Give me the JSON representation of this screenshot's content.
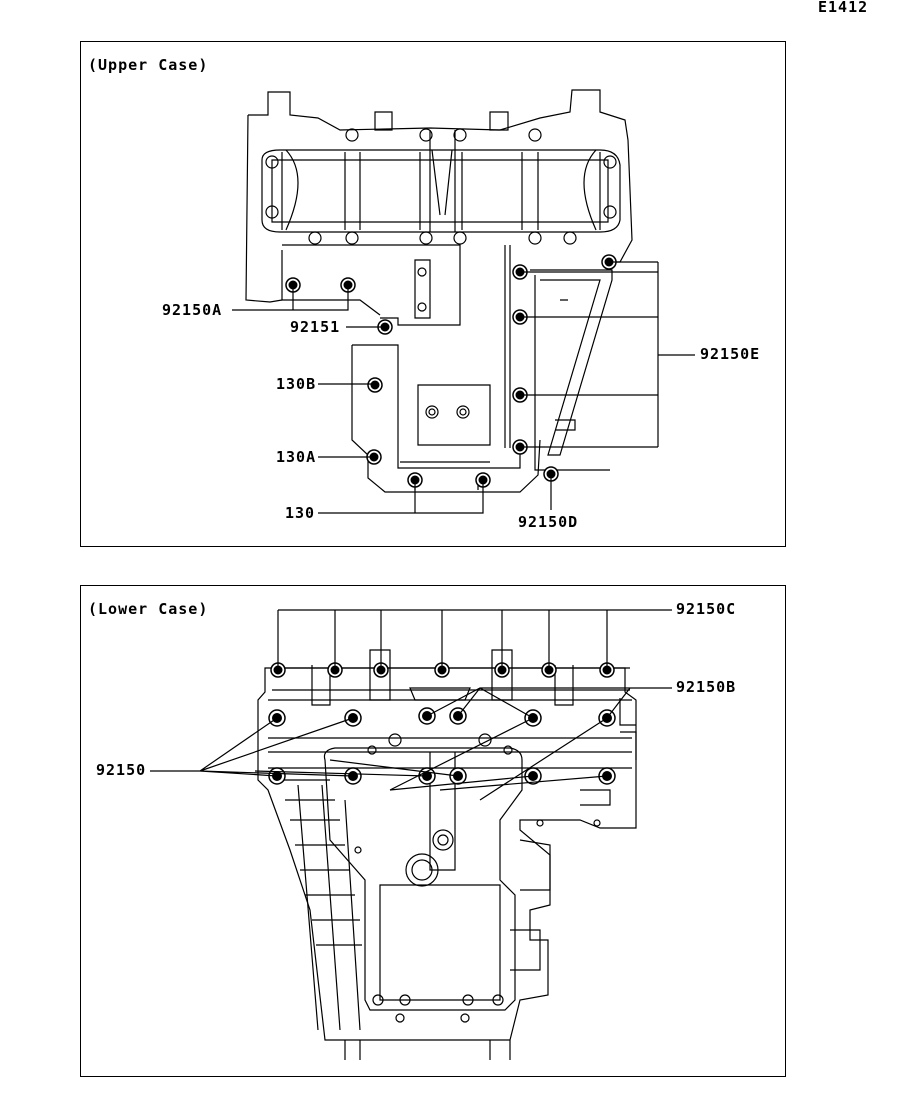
{
  "figure_ref": "E1412",
  "upper_panel": {
    "title": "(Upper Case)",
    "callouts": {
      "c92150A": "92150A",
      "c92151": "92151",
      "c130B": "130B",
      "c130A": "130A",
      "c130": "130",
      "c92150D": "92150D",
      "c92150E": "92150E"
    }
  },
  "lower_panel": {
    "title": "(Lower Case)",
    "callouts": {
      "c92150C": "92150C",
      "c92150B": "92150B",
      "c92150": "92150"
    }
  }
}
